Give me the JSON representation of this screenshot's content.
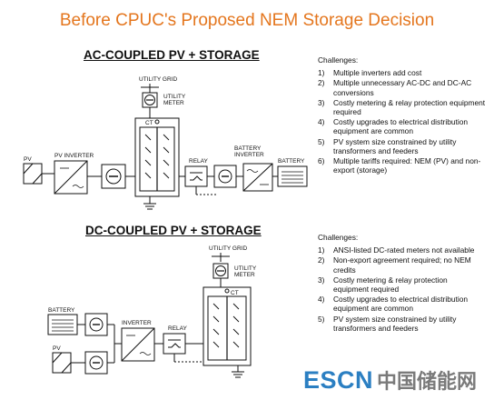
{
  "slide": {
    "title": "Before CPUC's Proposed NEM Storage Decision"
  },
  "ac": {
    "title": "AC-COUPLED PV + STORAGE",
    "labels": {
      "pv": "PV",
      "pv_inverter": "PV INVERTER",
      "utility_grid": "UTILITY GRID",
      "utility_meter": "UTILITY\nMETER",
      "ct": "CT",
      "relay": "RELAY",
      "battery_inverter": "BATTERY\nINVERTER",
      "battery": "BATTERY"
    },
    "challenges": {
      "heading": "Challenges:",
      "items": [
        {
          "num": "1)",
          "text": "Multiple inverters add cost"
        },
        {
          "num": "2)",
          "text": "Multiple unnecessary AC-DC and DC-AC conversions"
        },
        {
          "num": "3)",
          "text": "Costly metering & relay protection equipment required"
        },
        {
          "num": "4)",
          "text": "Costly upgrades to electrical distribution equipment are common"
        },
        {
          "num": "5)",
          "text": "PV system size constrained by utility transformers and feeders"
        },
        {
          "num": "6)",
          "text": "Multiple tariffs required: NEM (PV) and non-export (storage)"
        }
      ]
    }
  },
  "dc": {
    "title": "DC-COUPLED PV + STORAGE",
    "labels": {
      "battery": "BATTERY",
      "pv": "PV",
      "inverter": "INVERTER",
      "relay": "RELAY",
      "utility_grid": "UTILITY GRID",
      "utility_meter": "UTILITY\nMETER",
      "ct": "CT"
    },
    "challenges": {
      "heading": "Challenges:",
      "items": [
        {
          "num": "1)",
          "text": "ANSI-listed DC-rated meters not available"
        },
        {
          "num": "2)",
          "text": "Non-export agreement required; no NEM credits"
        },
        {
          "num": "3)",
          "text": "Costly metering & relay protection equipment required"
        },
        {
          "num": "4)",
          "text": "Costly upgrades to electrical distribution equipment are common"
        },
        {
          "num": "5)",
          "text": "PV system size constrained by utility transformers and feeders"
        }
      ]
    }
  },
  "watermark": {
    "brand": "ESCN",
    "cn": "中国储能网"
  },
  "colors": {
    "title": "#e4761e",
    "watermark_blue": "#2b7fc2",
    "watermark_gray": "#7a7a7a"
  }
}
